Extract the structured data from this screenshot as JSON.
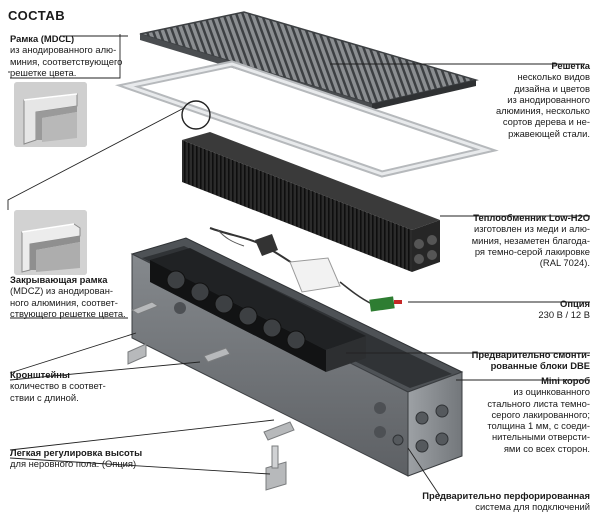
{
  "title": "СОСТАВ",
  "labels": {
    "frame_mdcl": {
      "heading": "Рамка (MDCL)",
      "lines": [
        "из анодированного алю-",
        "миния, соответствующего",
        "решетке цвета."
      ]
    },
    "grille": {
      "heading": "Решетка",
      "lines": [
        "несколько видов",
        "дизайна и цветов",
        "из анодированного",
        "алюминия, несколько",
        "сортов дерева и не-",
        "ржавеющей стали."
      ]
    },
    "exchanger": {
      "heading": "Теплообменник Low-H2O",
      "lines": [
        "изготовлен из меди и алю-",
        "миния, незаметен благода-",
        "ря темно-серой лакировке",
        "(RAL 7024)."
      ]
    },
    "frame_mdcz": {
      "heading": "Закрывающая рамка",
      "lines": [
        "(MDCZ) из анодирован-",
        "ного алюминия, соответ-",
        "ствующего решетке цвета."
      ]
    },
    "option": {
      "heading": "Опция",
      "lines": [
        "230 В / 12 В"
      ]
    },
    "dbe": {
      "heading": "Предварительно смонти-",
      "lines": [
        "рованные блоки DBE"
      ]
    },
    "brackets": {
      "heading": "Кронштейны",
      "lines": [
        "количество в соответ-",
        "ствии с длиной."
      ]
    },
    "minibox": {
      "heading": "Mini короб",
      "lines": [
        "из оцинкованного",
        "стального листа темно-",
        "серого лакированного;",
        "толщина 1 мм, с соеди-",
        "нительными отверсти-",
        "ями со всех сторон."
      ]
    },
    "height": {
      "heading": "Легкая регулировка высоты",
      "lines": [
        "для неровного пола. (Опция)"
      ]
    },
    "perforated": {
      "heading": "Предварительно перфорированная",
      "lines": [
        "система для подключений"
      ]
    }
  },
  "icons": [
    "frame-corner-photo-icon",
    "closing-frame-corner-photo-icon",
    "magnifier-circle-icon"
  ],
  "colors": {
    "box": "#6e7276",
    "box_dark": "#3a3d40",
    "exchanger": "#1c1c1c",
    "frame": "#d5d7d9",
    "grille": "#5b5e61",
    "line": "#222222",
    "pcb": "#2e7d32"
  }
}
